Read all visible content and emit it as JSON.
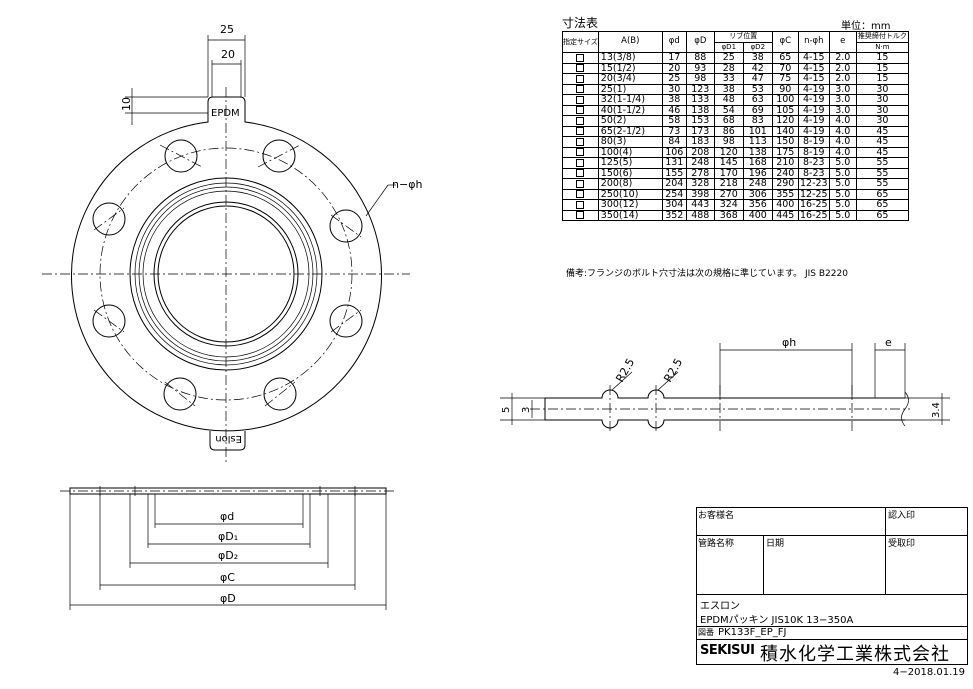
{
  "table": {
    "title": "寸法表",
    "unit": "単位：mm",
    "headers": {
      "size": "指定サイズ",
      "ab": "A(B)",
      "d": "φd",
      "D": "φD",
      "rib": "リブ位置",
      "d1": "φD1",
      "d2": "φD2",
      "c": "φC",
      "nh": "n-φh",
      "e": "e",
      "torque": "推奨締付トルク",
      "torque_unit": "N·m"
    },
    "rows": [
      [
        "13(3/8)",
        "17",
        "88",
        "25",
        "38",
        "65",
        "4-15",
        "2.0",
        "15"
      ],
      [
        "15(1/2)",
        "20",
        "93",
        "28",
        "42",
        "70",
        "4-15",
        "2.0",
        "15"
      ],
      [
        "20(3/4)",
        "25",
        "98",
        "33",
        "47",
        "75",
        "4-15",
        "2.0",
        "15"
      ],
      [
        "25(1)",
        "30",
        "123",
        "38",
        "53",
        "90",
        "4-19",
        "3.0",
        "30"
      ],
      [
        "32(1-1/4)",
        "38",
        "133",
        "48",
        "63",
        "100",
        "4-19",
        "3.0",
        "30"
      ],
      [
        "40(1-1/2)",
        "46",
        "138",
        "54",
        "69",
        "105",
        "4-19",
        "3.0",
        "30"
      ],
      [
        "50(2)",
        "58",
        "153",
        "68",
        "83",
        "120",
        "4-19",
        "4.0",
        "30"
      ],
      [
        "65(2-1/2)",
        "73",
        "173",
        "86",
        "101",
        "140",
        "4-19",
        "4.0",
        "45"
      ],
      [
        "80(3)",
        "84",
        "183",
        "98",
        "113",
        "150",
        "8-19",
        "4.0",
        "45"
      ],
      [
        "100(4)",
        "106",
        "208",
        "120",
        "138",
        "175",
        "8-19",
        "4.0",
        "45"
      ],
      [
        "125(5)",
        "131",
        "248",
        "145",
        "168",
        "210",
        "8-23",
        "5.0",
        "55"
      ],
      [
        "150(6)",
        "155",
        "278",
        "170",
        "196",
        "240",
        "8-23",
        "5.0",
        "55"
      ],
      [
        "200(8)",
        "204",
        "328",
        "218",
        "248",
        "290",
        "12-23",
        "5.0",
        "55"
      ],
      [
        "250(10)",
        "254",
        "398",
        "270",
        "306",
        "355",
        "12-25",
        "5.0",
        "65"
      ],
      [
        "300(12)",
        "304",
        "443",
        "324",
        "356",
        "400",
        "16-25",
        "5.0",
        "65"
      ],
      [
        "350(14)",
        "352",
        "488",
        "368",
        "400",
        "445",
        "16-25",
        "5.0",
        "65"
      ]
    ],
    "note": "備考:フランジのボルト穴寸法は次の規格に準じています。 JIS B2220"
  },
  "drawing": {
    "dim_25": "25",
    "dim_20": "20",
    "dim_10": "10",
    "tab_label": "EPDM",
    "bottom_tab_label": "Eslon",
    "nh_label": "n−φh",
    "dim_d": "φd",
    "dim_d1": "φD₁",
    "dim_d2": "φD₂",
    "dim_c": "φC",
    "dim_D": "φD",
    "r1": "R2.5",
    "r2": "R2.5",
    "dim_h": "φh",
    "dim_e": "e",
    "dim_5": "5",
    "dim_3": "3",
    "dim_34": "3.4"
  },
  "title_block": {
    "customer": "お客様名",
    "approval": "認入印",
    "pipe_route": "管路名称",
    "period": "日期",
    "receipt": "受取印",
    "brand": "エスロン",
    "product": "EPDMパッキン JIS10K 13−350A",
    "drawing_no_label": "図番",
    "drawing_no": "PK133F_EP_FJ",
    "logo": "SEKISUI",
    "company": "積水化学工業株式会社",
    "revision": "4−2018.01.19"
  },
  "colors": {
    "line": "#000000",
    "background": "#ffffff"
  }
}
